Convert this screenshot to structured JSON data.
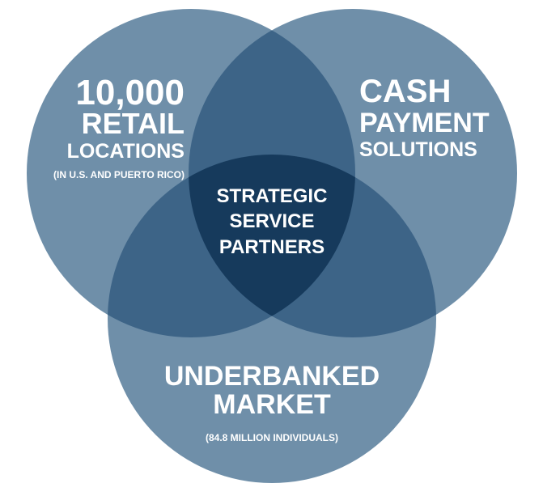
{
  "colors": {
    "circle": "#6f8fa9",
    "pair_overlap": "#3d6487",
    "center_overlap": "#163a5c",
    "text": "#ffffff"
  },
  "sets": {
    "retail": {
      "line1": "10,000",
      "line2": "RETAIL",
      "line3": "LOCATIONS",
      "note": "(IN U.S. AND PUERTO RICO)"
    },
    "cash": {
      "line1": "CASH",
      "line2": "PAYMENT",
      "line3": "SOLUTIONS"
    },
    "market": {
      "line1": "UNDERBANKED",
      "line2": "MARKET",
      "note": "(84.8 MILLION INDIVIDUALS)"
    }
  },
  "center": {
    "line1": "STRATEGIC",
    "line2": "SERVICE",
    "line3": "PARTNERS"
  }
}
